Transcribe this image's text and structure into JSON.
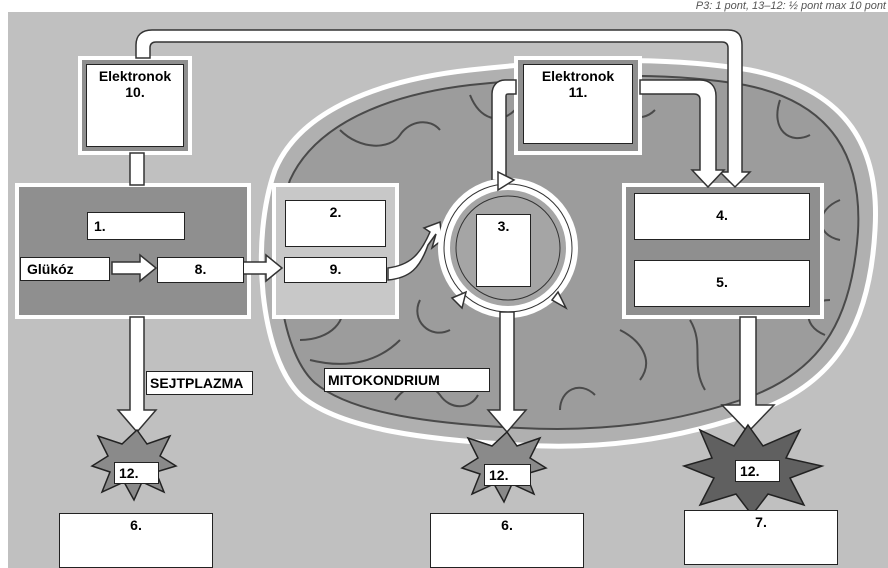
{
  "header": {
    "scoring": "P3: 1 pont, 13–12: ½ pont max 10 pont"
  },
  "labels": {
    "electrons_left_title": "Elektronok",
    "electrons_left_num": "10.",
    "electrons_right_title": "Elektronok",
    "electrons_right_num": "11.",
    "box1": "1.",
    "box2": "2.",
    "box3": "3.",
    "box4": "4.",
    "box5": "5.",
    "box8": "8.",
    "box9": "9.",
    "glucose": "Glükóz",
    "cytoplasm": "SEJTPLAZMA",
    "mitochondrion": "MITOKONDRIUM",
    "energy_left": "12.",
    "energy_mid": "12.",
    "energy_right": "12.",
    "box6_left": "6.",
    "box6_mid": "6.",
    "box7": "7."
  },
  "colors": {
    "background": "#bfbfbf",
    "cytoplasm_panel": "#999999",
    "membrane": "#a8a8a8",
    "matrix": "#9a9a9a",
    "arrow_fill": "#ffffff",
    "starburst": "#8c8c8c",
    "starburst_dark": "#666666"
  }
}
